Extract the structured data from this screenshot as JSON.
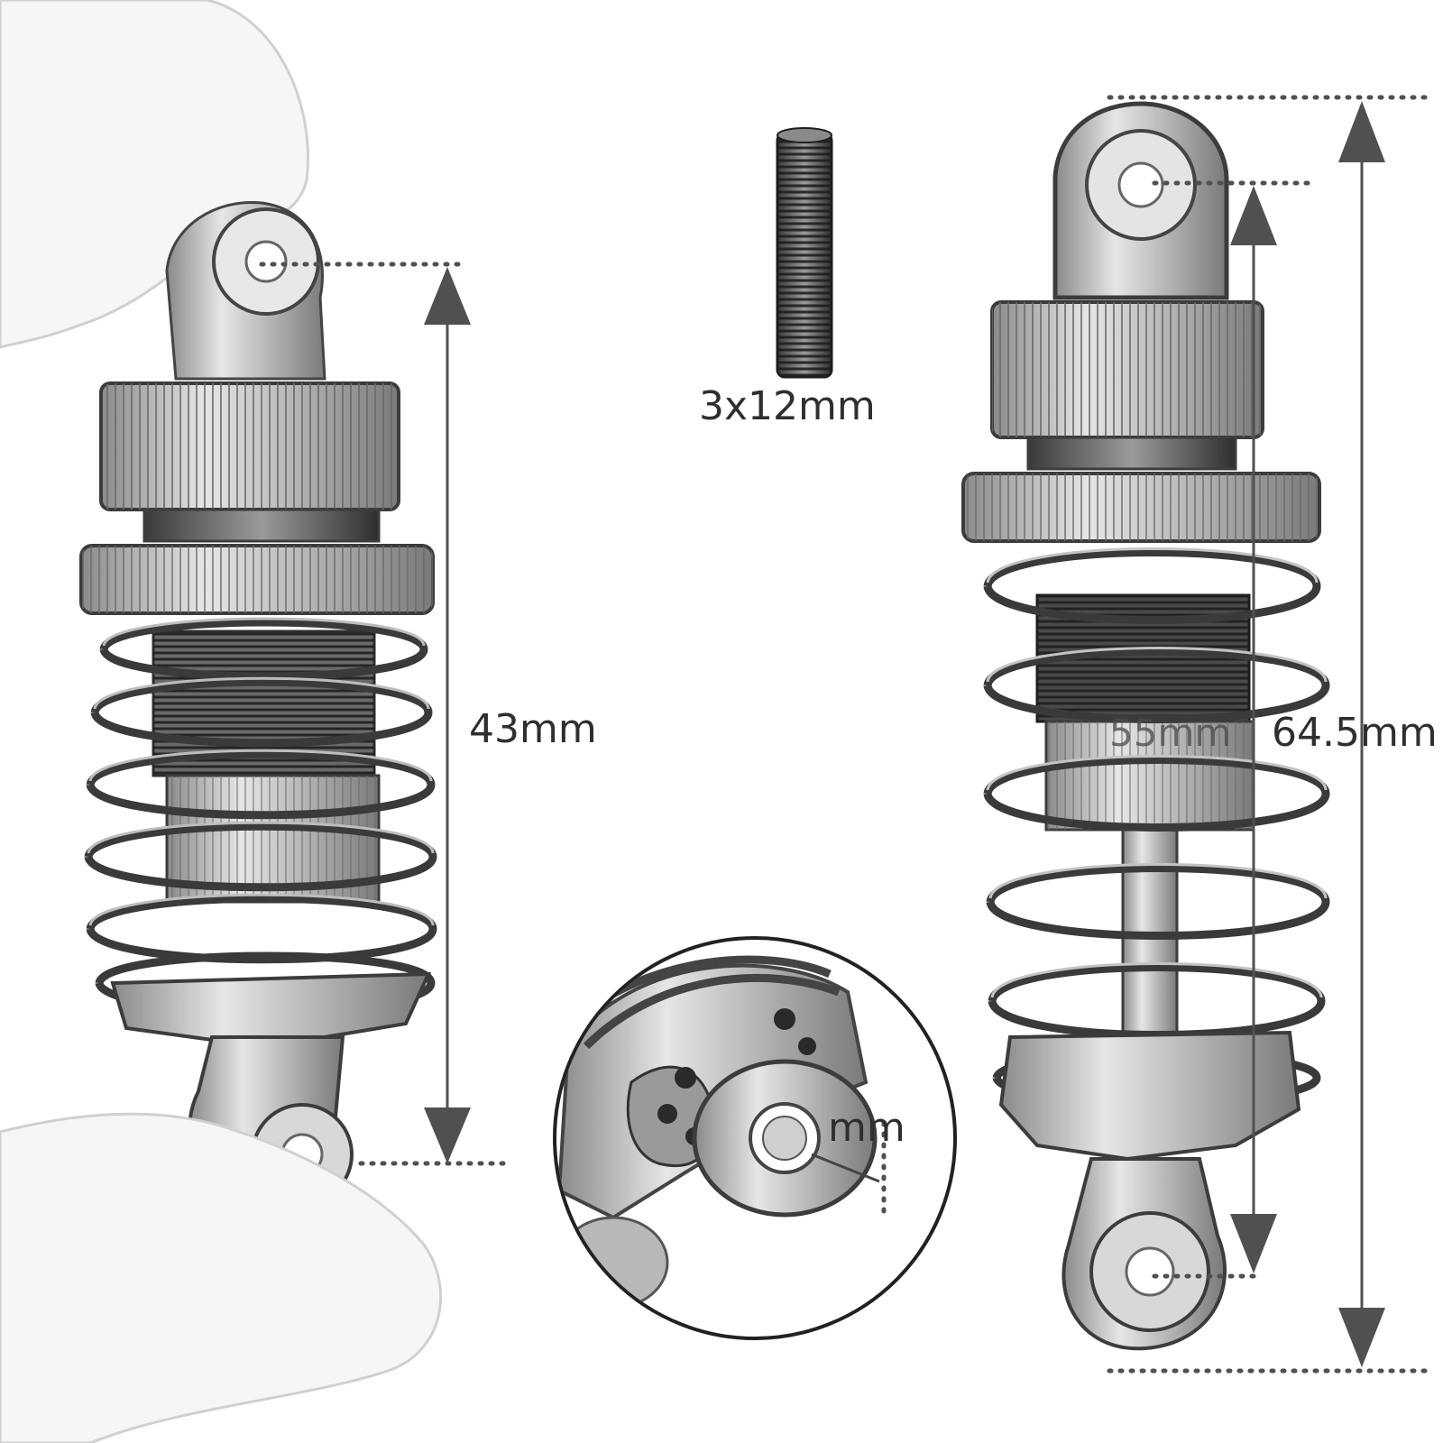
{
  "screw": {
    "label": "3x12mm"
  },
  "left_shock": {
    "length_label": "43mm"
  },
  "right_shock": {
    "eye_to_eye_label": "55mm",
    "overall_label": "64.5mm"
  },
  "detail_inset": {
    "label": "mm"
  },
  "colors": {
    "background": "#ffffff",
    "metal_light": "#d8d8d8",
    "metal_mid": "#a8a8a8",
    "metal_dark": "#3a3a3a",
    "dim_line": "#505050",
    "label_text": "#2f2f2f",
    "skin": "#f4f4f4"
  }
}
